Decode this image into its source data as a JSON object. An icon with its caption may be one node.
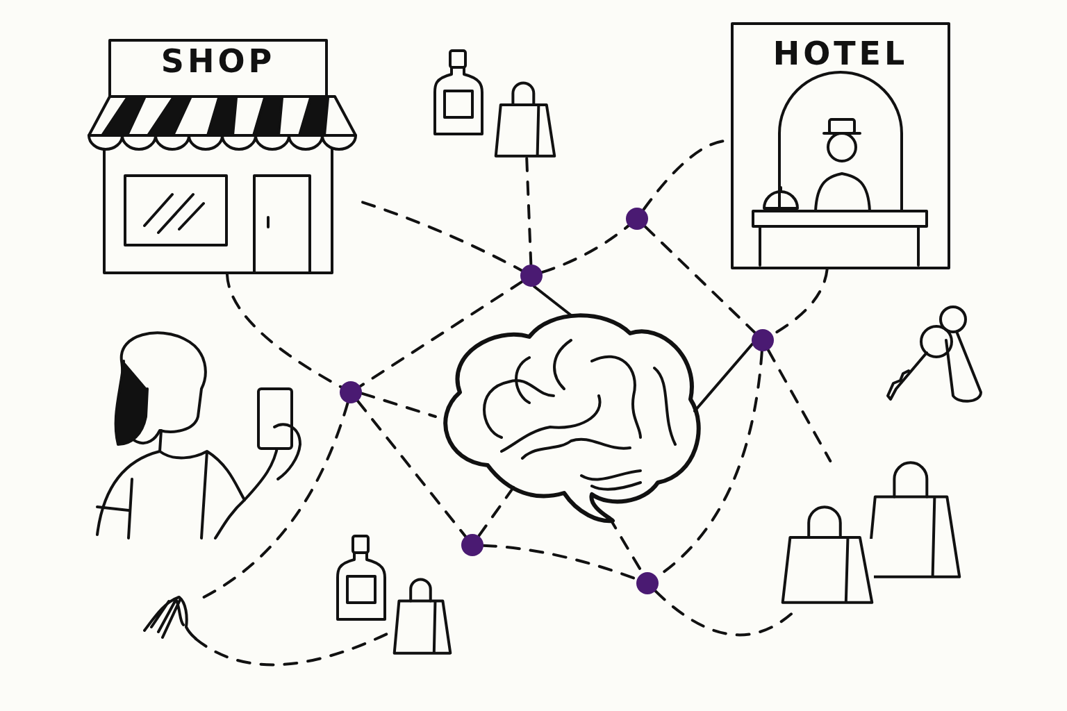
{
  "diagram": {
    "nodes": [
      {
        "text": [
          "SHOP"
        ]
      },
      {
        "text": [],
        "shape": "picture"
      },
      {
        "text": [
          "HOTEL"
        ]
      },
      {
        "text": [],
        "shape": "circle"
      },
      {
        "text": [],
        "shape": "circle"
      },
      {
        "text": [],
        "shape": "circle"
      },
      {
        "text": [],
        "shape": "picture"
      },
      {
        "text": [],
        "shape": "circle"
      },
      {
        "text": [],
        "shape": "picture"
      },
      {
        "text": [],
        "shape": "circle"
      },
      {
        "text": [],
        "shape": "circle"
      },
      {
        "text": [],
        "shape": "picture"
      },
      {
        "text": [],
        "shape": "picture"
      }
    ],
    "edges": [
      {
        "from": 0,
        "to": 3,
        "arrow": "none",
        "style": "dashed"
      },
      {
        "from": 1,
        "to": 3,
        "arrow": "none",
        "style": "dashed"
      },
      {
        "from": 3,
        "to": 4,
        "arrow": "none",
        "style": "dashed"
      },
      {
        "from": 4,
        "to": 2,
        "arrow": "none",
        "style": "dashed"
      },
      {
        "from": 4,
        "to": 7,
        "arrow": "none",
        "style": "dashed"
      },
      {
        "from": 2,
        "to": 7,
        "arrow": "none",
        "style": "dashed"
      },
      {
        "from": 3,
        "to": 6,
        "arrow": "none"
      },
      {
        "from": 3,
        "to": 5,
        "arrow": "none",
        "style": "dashed"
      },
      {
        "from": 0,
        "to": 5,
        "arrow": "none",
        "style": "dashed"
      },
      {
        "from": 5,
        "to": 6,
        "arrow": "none",
        "style": "dashed"
      },
      {
        "from": 5,
        "to": 9,
        "arrow": "none",
        "style": "dashed"
      },
      {
        "from": 5,
        "to": 8,
        "arrow": "none",
        "style": "dashed"
      },
      {
        "from": 8,
        "to": 11,
        "arrow": "none",
        "style": "dashed"
      },
      {
        "from": 9,
        "to": 6,
        "arrow": "none",
        "style": "dashed"
      },
      {
        "from": 9,
        "to": 10,
        "arrow": "none",
        "style": "dashed"
      },
      {
        "from": 6,
        "to": 10,
        "arrow": "none",
        "style": "dashed"
      },
      {
        "from": 7,
        "to": 6,
        "arrow": "none"
      },
      {
        "from": 7,
        "to": 10,
        "arrow": "none",
        "style": "dashed"
      },
      {
        "from": 7,
        "to": 12,
        "arrow": "none",
        "style": "dashed"
      },
      {
        "from": 10,
        "to": 12,
        "arrow": "none",
        "style": "dashed"
      }
    ]
  }
}
